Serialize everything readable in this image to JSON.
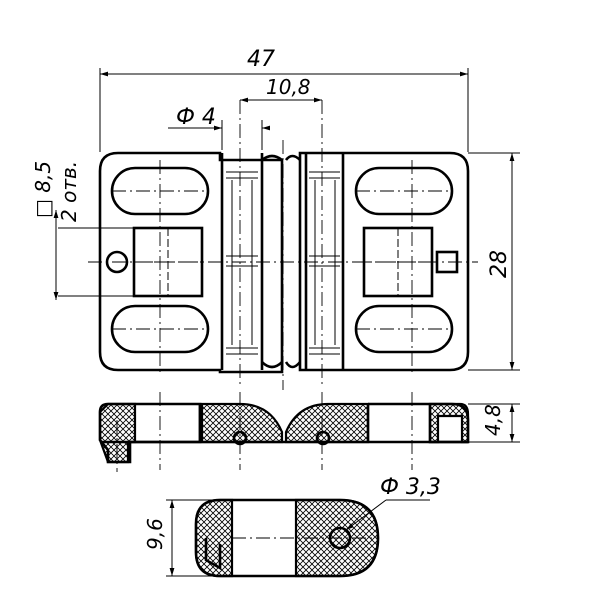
{
  "drawing": {
    "dimensions": {
      "overall_width": "47",
      "pin_spacing": "10,8",
      "pin_diameter": "Ф 4",
      "square_hole": "□ 8,5",
      "holes_count": "2 отв.",
      "height": "28",
      "thickness": "4,8",
      "section_height": "9,6",
      "hole_diameter": "Ф 3,3"
    }
  }
}
